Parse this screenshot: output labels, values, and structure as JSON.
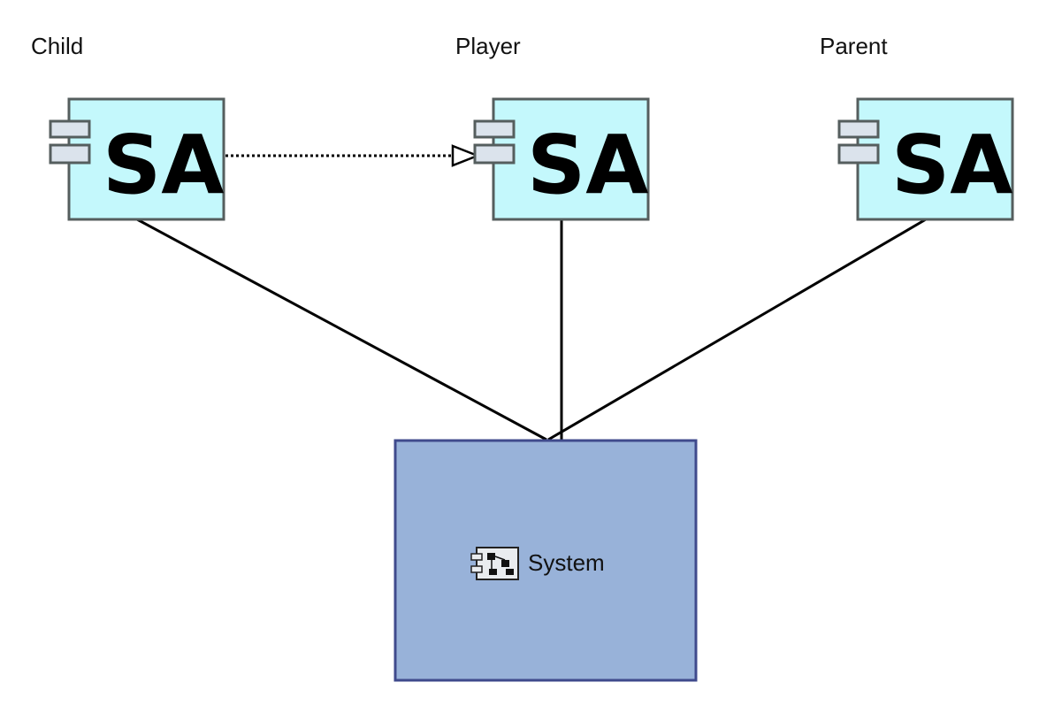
{
  "diagram": {
    "actors": [
      {
        "id": "child",
        "label": "Child",
        "icon_text": "SA",
        "icon": "sa-component-icon"
      },
      {
        "id": "player",
        "label": "Player",
        "icon_text": "SA",
        "icon": "sa-component-icon"
      },
      {
        "id": "parent",
        "label": "Parent",
        "icon_text": "SA",
        "icon": "sa-component-icon"
      }
    ],
    "system": {
      "label": "System",
      "icon": "subsystem-component-icon"
    },
    "relations": [
      {
        "from": "child",
        "to": "player",
        "type": "generalization",
        "style": "dotted"
      },
      {
        "from": "child",
        "to": "system",
        "type": "association",
        "style": "solid"
      },
      {
        "from": "player",
        "to": "system",
        "type": "association",
        "style": "solid"
      },
      {
        "from": "parent",
        "to": "system",
        "type": "association",
        "style": "solid"
      }
    ],
    "colors": {
      "component_fill": "#c4f8fc",
      "component_stroke": "#555e5e",
      "tab_fill": "#dbe3ec",
      "system_fill": "#98b2d9",
      "system_stroke": "#3f4a8c",
      "line": "#000000"
    }
  }
}
